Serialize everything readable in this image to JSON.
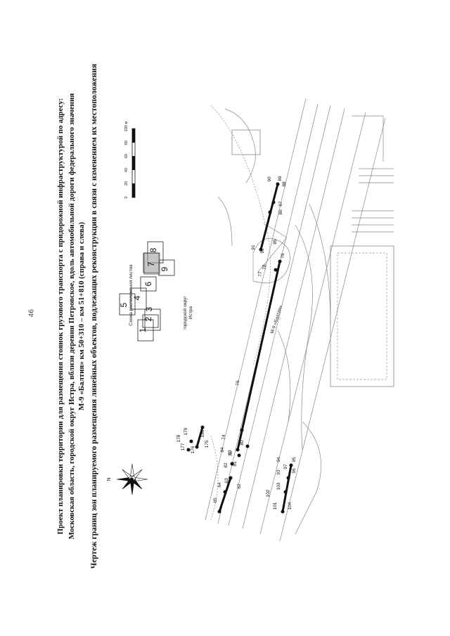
{
  "page_number": "46",
  "title_lines": [
    "Проект планировки территории для размещения стоянок грузового транспорта с придорожной инфраструктурой по адресу:",
    "Московская область, городской округ Истра, вблизи деревни Петровское, вдоль автомобильной дороги федерального значения",
    "М-9 «Балтия» км 50+310 – км 51+810 (справа и слева)"
  ],
  "subtitle": "Чертеж границ зон планируемого размещения линейных объектов, подлежащих реконструкции в связи с изменением их местоположения",
  "sheet_scheme": {
    "label": "Схема расположения листов",
    "sheets": [
      "1",
      "2",
      "3",
      "4",
      "5",
      "6",
      "7",
      "8",
      "9"
    ],
    "current_sheet": "7"
  },
  "scale_bar": {
    "ticks": [
      "0",
      "20",
      "40",
      "60",
      "80",
      "100 м"
    ]
  },
  "north_label": "N",
  "map_labels": {
    "district": [
      "городской округ",
      "Истра"
    ],
    "road": "М-9 «Балтия»"
  },
  "points": [
    "62",
    "63",
    "64",
    "65",
    "74",
    "75",
    "76",
    "77",
    "78",
    "79",
    "80",
    "81",
    "82",
    "83",
    "84",
    "85",
    "86",
    "87",
    "88",
    "89",
    "90",
    "91",
    "92",
    "93",
    "94",
    "95",
    "96",
    "97",
    "101",
    "102",
    "103",
    "104",
    "175",
    "176",
    "177",
    "178",
    "179",
    "180"
  ]
}
